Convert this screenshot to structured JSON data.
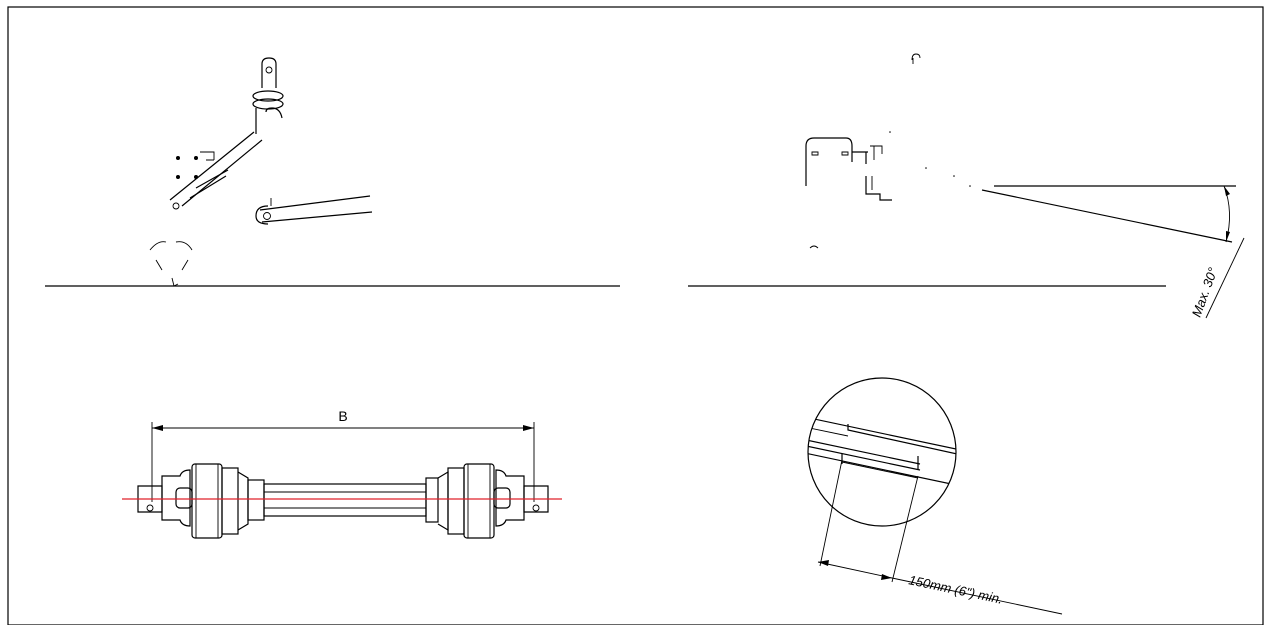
{
  "labels": {
    "dimension_b": "B",
    "max_angle": "Max. 30°",
    "min_overlap": "150mm (6\") min."
  },
  "colors": {
    "line": "#000000",
    "centerline": "#e0202a",
    "background": "#ffffff"
  }
}
